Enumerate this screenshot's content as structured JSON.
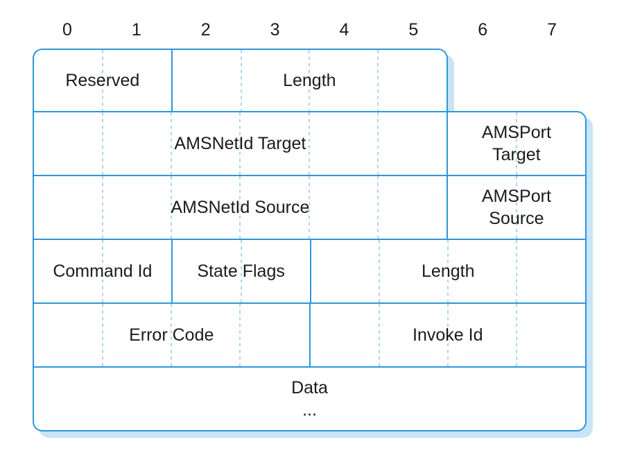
{
  "columns": [
    "0",
    "1",
    "2",
    "3",
    "4",
    "5",
    "6",
    "7"
  ],
  "top_row": {
    "cells": [
      {
        "label": "Reserved",
        "bytes": 2
      },
      {
        "label": "Length",
        "bytes": 4
      }
    ]
  },
  "rows": [
    {
      "cells": [
        {
          "label": "AMSNetId Target",
          "bytes": 6
        },
        {
          "label": "AMSPort",
          "label2": "Target",
          "bytes": 2
        }
      ]
    },
    {
      "cells": [
        {
          "label": "AMSNetId Source",
          "bytes": 6
        },
        {
          "label": "AMSPort",
          "label2": "Source",
          "bytes": 2
        }
      ]
    },
    {
      "cells": [
        {
          "label": "Command Id",
          "bytes": 2
        },
        {
          "label": "State Flags",
          "bytes": 2
        },
        {
          "label": "Length",
          "bytes": 4
        }
      ]
    },
    {
      "cells": [
        {
          "label": "Error Code",
          "bytes": 4
        },
        {
          "label": "Invoke Id",
          "bytes": 4
        }
      ]
    },
    {
      "cells": [
        {
          "label": "Data",
          "label2": "...",
          "bytes": 8
        }
      ]
    }
  ],
  "colors": {
    "border": "#2D96DC",
    "shadow": "#C7E4F8",
    "dash": "#A9D6F1",
    "text": "#1B1B1C"
  }
}
